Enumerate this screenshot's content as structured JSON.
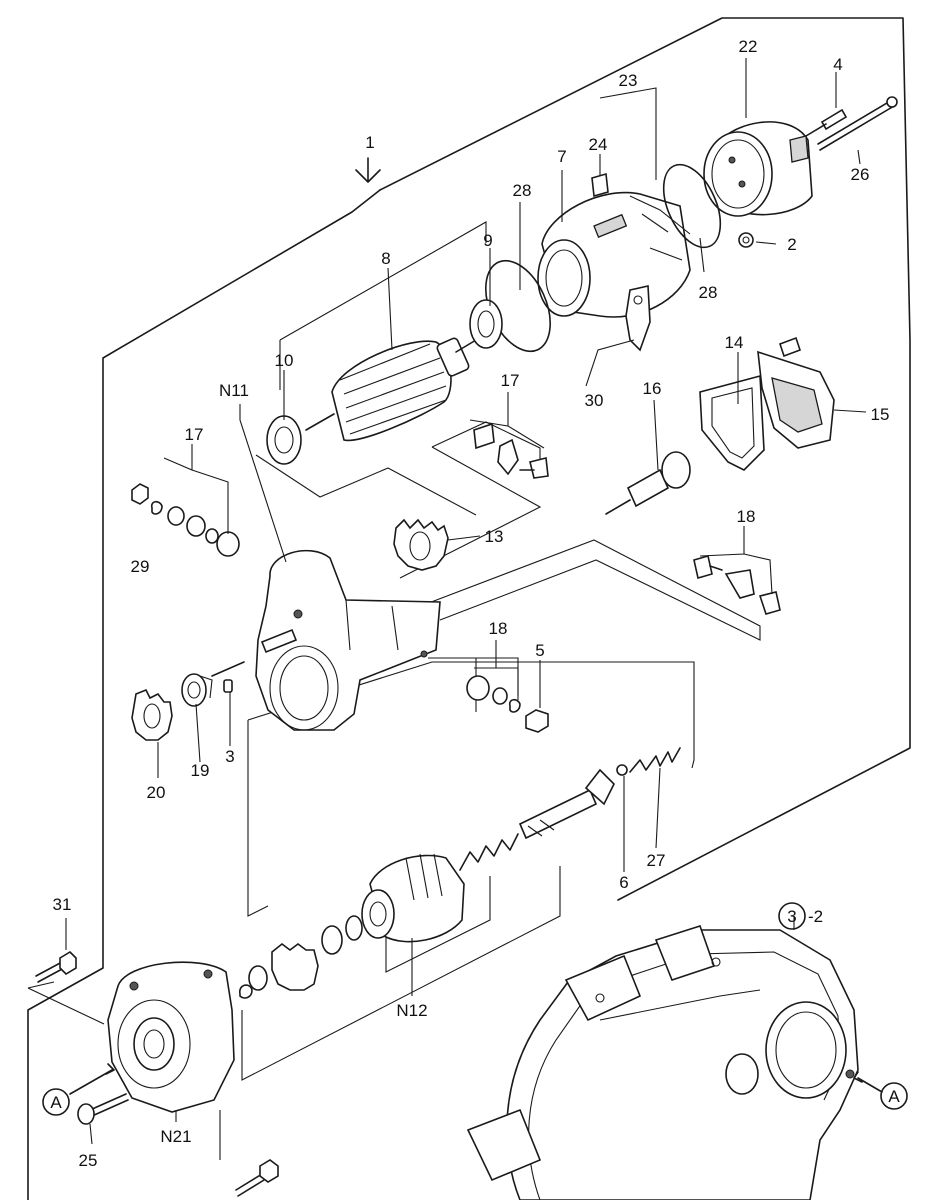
{
  "labels": {
    "p1": "1",
    "p2": "2",
    "p3": "3",
    "p4": "4",
    "p5": "5",
    "p6": "6",
    "p7": "7",
    "p8": "8",
    "p9": "9",
    "p10": "10",
    "p13": "13",
    "p14": "14",
    "p15": "15",
    "p16": "16",
    "p17a": "17",
    "p17b": "17",
    "p18a": "18",
    "p18b": "18",
    "p19": "19",
    "p20": "20",
    "p22": "22",
    "p23": "23",
    "p24": "24",
    "p25": "25",
    "p26": "26",
    "p27": "27",
    "p28a": "28",
    "p28b": "28",
    "p29": "29",
    "p30": "30",
    "p31": "31",
    "n11": "N11",
    "n12": "N12",
    "n21": "N21",
    "ref32_num": "3",
    "ref32_suffix": "-2",
    "refA_left": "A",
    "refA_right": "A"
  }
}
